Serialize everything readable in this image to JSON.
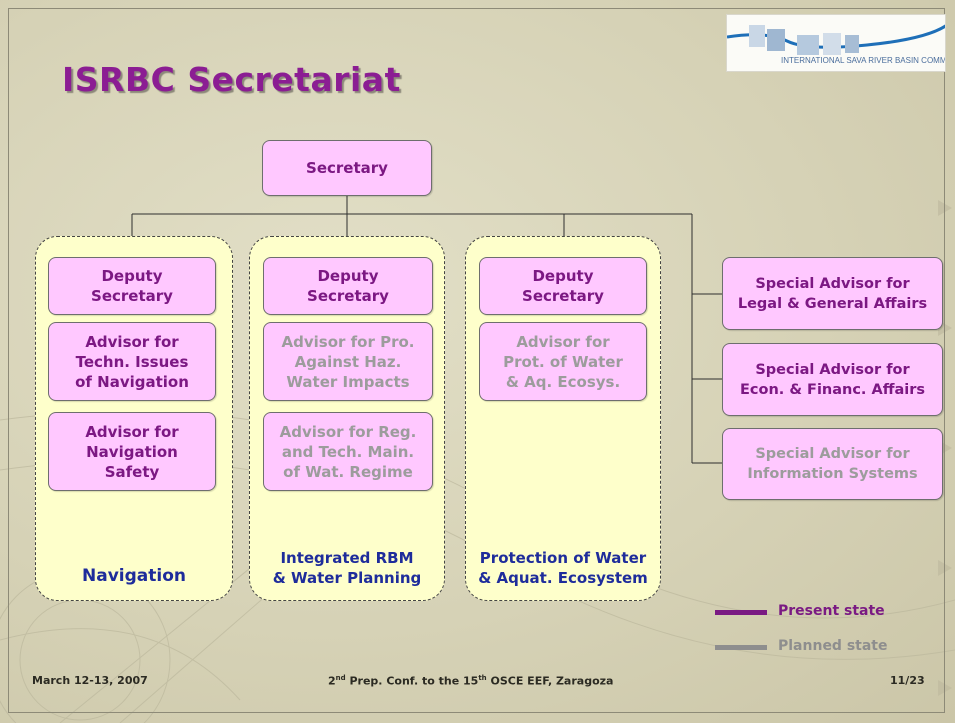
{
  "slide": {
    "title": "ISRBC Secretariat",
    "logo_text": "INTERNATIONAL SAVA RIVER BASIN COMMISSION"
  },
  "org": {
    "secretary": "Secretary",
    "panels": [
      {
        "label": "Navigation",
        "boxes": [
          {
            "text": "Deputy\nSecretary",
            "state": "present"
          },
          {
            "text": "Advisor for\nTechn. Issues\nof Navigation",
            "state": "present"
          },
          {
            "text": "Advisor for\nNavigation\nSafety",
            "state": "present"
          }
        ]
      },
      {
        "label": "Integrated RBM\n& Water Planning",
        "boxes": [
          {
            "text": "Deputy\nSecretary",
            "state": "present"
          },
          {
            "text": "Advisor for Pro.\nAgainst Haz.\nWater Impacts",
            "state": "planned"
          },
          {
            "text": "Advisor for Reg.\nand Tech. Main.\nof Wat. Regime",
            "state": "planned"
          }
        ]
      },
      {
        "label": "Protection of Water\n& Aquat. Ecosystem",
        "boxes": [
          {
            "text": "Deputy\nSecretary",
            "state": "present"
          },
          {
            "text": "Advisor for\nProt. of Water\n& Aq. Ecosys.",
            "state": "planned"
          }
        ]
      }
    ],
    "special_advisors": [
      {
        "text": "Special Advisor for\nLegal & General Affairs",
        "state": "present"
      },
      {
        "text": "Special Advisor for\nEcon. & Financ. Affairs",
        "state": "present"
      },
      {
        "text": "Special Advisor for\nInformation Systems",
        "state": "planned"
      }
    ]
  },
  "legend": {
    "present_label": "Present state",
    "planned_label": "Planned state",
    "present_color": "#7a1a83",
    "planned_color": "#8e8e8e"
  },
  "footer": {
    "date": "March 12-13, 2007",
    "conf_a": "2",
    "conf_sup_a": "nd",
    "conf_b": " Prep. Conf. to the 15",
    "conf_sup_b": "th",
    "conf_c": " OSCE EEF, Zaragoza",
    "page": "11/23"
  }
}
